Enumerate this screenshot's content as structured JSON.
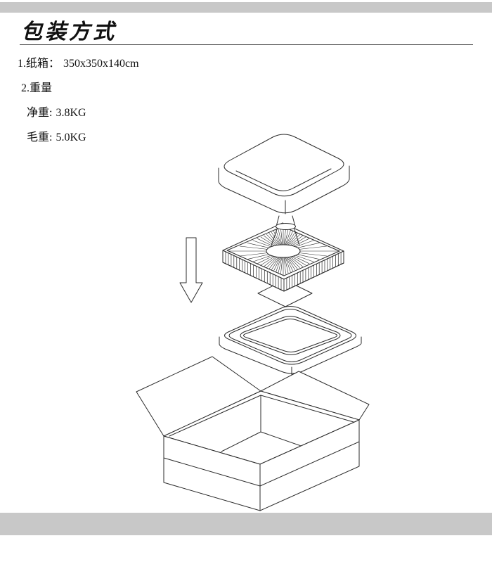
{
  "header": {
    "title": "包装方式"
  },
  "specs": {
    "carton_label": "1.纸箱：",
    "carton_value": "350x350x140cm",
    "weight_heading": "2.重量",
    "net_weight_label": "净重:",
    "net_weight_value": "3.8KG",
    "gross_weight_label": "毛重:",
    "gross_weight_value": "5.0KG"
  },
  "diagram": {
    "parts": [
      {
        "name": "foam-lid"
      },
      {
        "name": "light-fixture"
      },
      {
        "name": "down-arrow"
      },
      {
        "name": "foam-tray"
      },
      {
        "name": "carton-box"
      }
    ]
  },
  "colors": {
    "divider_bar": "#c8c8c8",
    "line": "#2b2b2b",
    "background": "#ffffff"
  }
}
